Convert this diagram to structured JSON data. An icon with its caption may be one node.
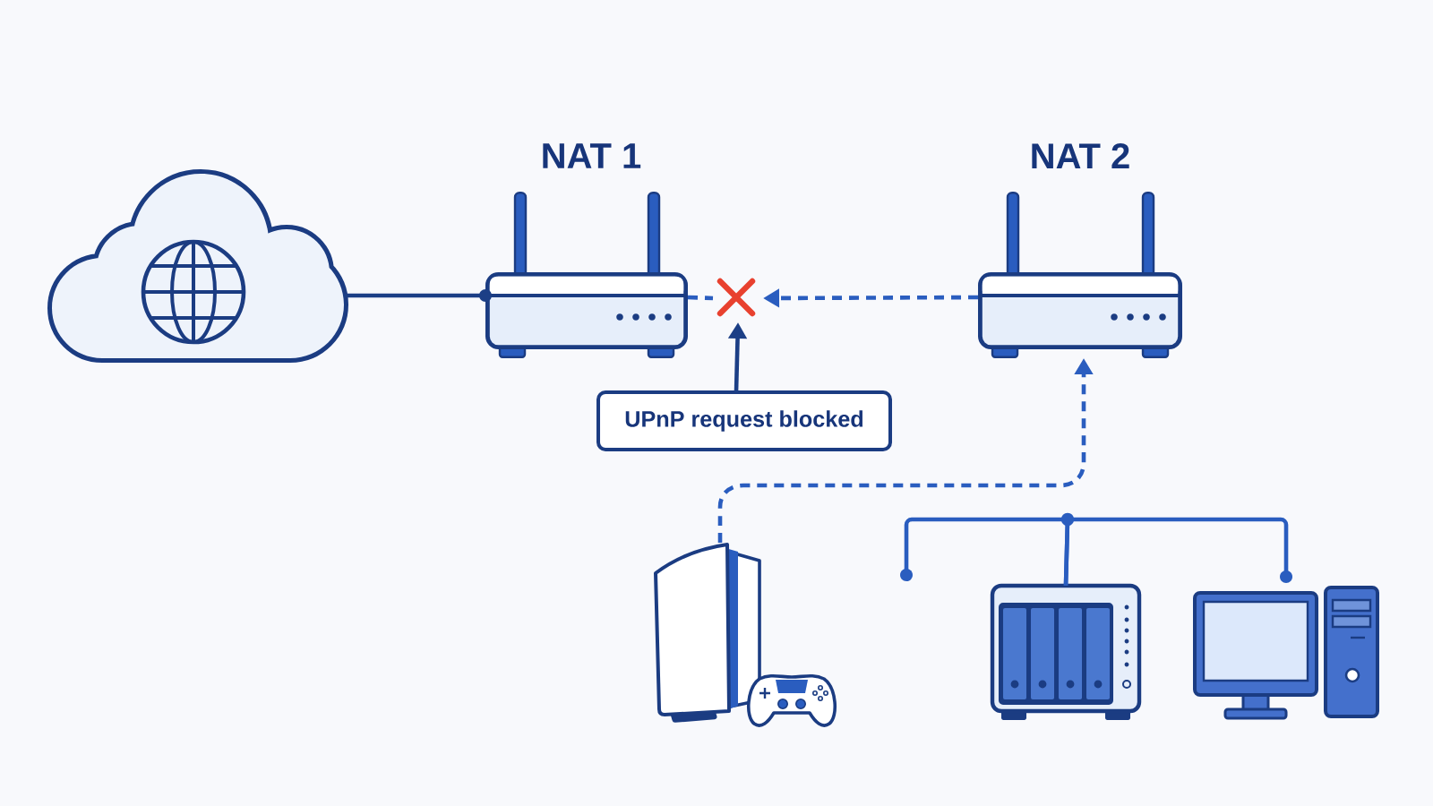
{
  "diagram": {
    "nodes": [
      {
        "text": [],
        "shape": "cloud"
      },
      {
        "text": [
          "NAT 1"
        ]
      },
      {
        "text": [],
        "shape": "cross"
      },
      {
        "text": [
          "NAT 2"
        ]
      },
      {
        "text": [
          "UPnP request blocked"
        ]
      },
      {
        "text": [],
        "shape": "picture"
      },
      {
        "text": [],
        "shape": "picture"
      },
      {
        "text": [],
        "shape": "picture"
      }
    ],
    "edges": [
      {
        "from": 0,
        "to": 1,
        "arrow": "other",
        "color": "#1c3f86"
      },
      {
        "from": 1,
        "to": 2,
        "arrow": "none",
        "style": "dashed"
      },
      {
        "from": 3,
        "to": 2,
        "arrow": "to",
        "style": "dashed"
      },
      {
        "from": 4,
        "to": 2,
        "arrow": "to",
        "color": "#1c3f86"
      },
      {
        "from": 5,
        "to": 3,
        "arrow": "to",
        "style": "dashed"
      },
      {
        "from": 6,
        "to": 7,
        "arrow": "other"
      },
      {
        "from": 6,
        "to": null,
        "arrow": "other"
      }
    ]
  }
}
